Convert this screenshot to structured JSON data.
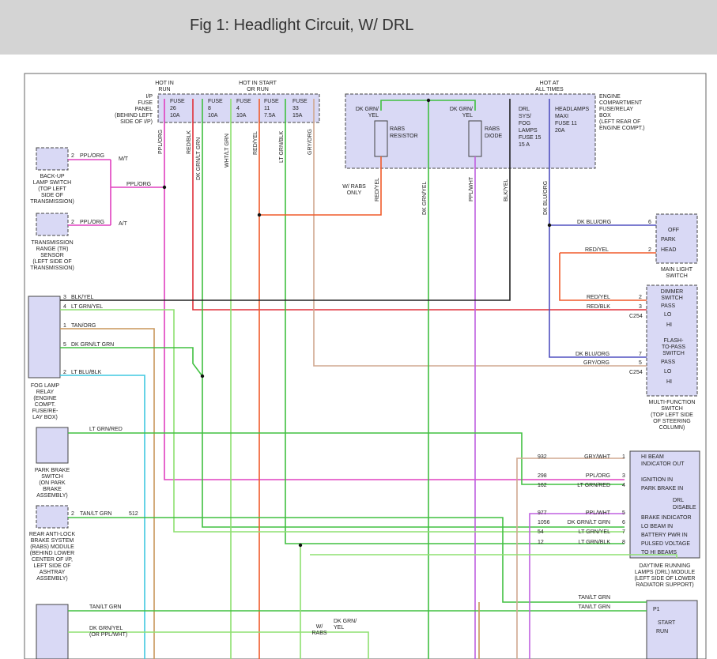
{
  "title": "Fig 1: Headlight Circuit, W/ DRL",
  "colors": {
    "header_bg": "#d4d4d4",
    "component_fill": "#d9d9f5",
    "ppl_org": "#e040c0",
    "red": "#e0303a",
    "red_yel": "#f05a2a",
    "green": "#40c040",
    "lt_green": "#8ee070",
    "tan": "#c8965a",
    "gry_org": "#d0a890",
    "blu": "#5050c0",
    "lt_blu": "#40c8e0",
    "black": "#222222",
    "purple": "#c060e0"
  },
  "labels": {
    "hot_in_run": [
      "HOT IN",
      "RUN"
    ],
    "hot_in_start": [
      "HOT IN START",
      "OR RUN"
    ],
    "hot_at_all": [
      "HOT AT",
      "ALL TIMES"
    ],
    "ip_panel": [
      "I/P",
      "FUSE",
      "PANEL",
      "(BEHIND LEFT",
      "SIDE OF I/P)"
    ],
    "engine_box": [
      "ENGINE",
      "COMPARTMENT",
      "FUSE/RELAY",
      "BOX",
      "(LEFT REAR OF",
      "ENGINE COMPT.)"
    ],
    "fuse26": [
      "FUSE",
      "26",
      "10A"
    ],
    "fuse8": [
      "FUSE",
      "8",
      "10A"
    ],
    "fuse4": [
      "FUSE",
      "4",
      "10A"
    ],
    "fuse11": [
      "FUSE",
      "11",
      "7.5A"
    ],
    "fuse33": [
      "FUSE",
      "33",
      "15A"
    ],
    "rabs_resistor": [
      "RABS",
      "RESISTOR"
    ],
    "rabs_diode": [
      "RABS",
      "DIODE"
    ],
    "drl_fuse": [
      "DRL",
      "SYS/",
      "FOG",
      "LAMPS",
      "FUSE 15",
      "15 A"
    ],
    "headlamps_fuse": [
      "HEADLAMPS",
      "MAXI",
      "FUSE 11",
      "20A"
    ],
    "dk_grn_yel_a": [
      "DK GRN/",
      "YEL"
    ],
    "dk_grn_yel_b": [
      "DK GRN/",
      "YEL"
    ],
    "backup_switch": [
      "BACK-UP",
      "LAMP SWITCH",
      "(TOP LEFT",
      "SIDE OF",
      "TRANSMISSION)"
    ],
    "tr_sensor": [
      "TRANSMISSION",
      "RANGE (TR)",
      "SENSOR",
      "(LEFT SIDE OF",
      "TRANSMISSION)"
    ],
    "mt": "M/T",
    "at": "A/T",
    "w_rabs_only": [
      "W/ RABS",
      "ONLY"
    ],
    "main_light_switch": [
      "MAIN LIGHT",
      "SWITCH"
    ],
    "off": "OFF",
    "park": "PARK",
    "head": "HEAD",
    "dimmer_switch": [
      "DIMMER",
      "SWITCH"
    ],
    "pass": "PASS",
    "lo": "LO",
    "hi": "HI",
    "flash_to_pass": [
      "FLASH-",
      "TO-PASS",
      "SWITCH"
    ],
    "c254": "C254",
    "multi_function": [
      "MULTI-FUNCTION",
      "SWITCH",
      "(TOP LEFT SIDE",
      "OF STEERING",
      "COLUMN)"
    ],
    "fog_relay": [
      "FOG LAMP",
      "RELAY",
      "(ENGINE",
      "COMPT.",
      "FUSE/RE-",
      "LAY BOX)"
    ],
    "park_brake": [
      "PARK BRAKE",
      "SWITCH",
      "(ON PARK",
      "BRAKE",
      "ASSEMBLY)"
    ],
    "rabs_module": [
      "REAR ANTI-LOCK",
      "BRAKE SYSTEM",
      "(RABS) MODULE",
      "(BEHIND LOWER",
      "CENTER OF I/P,",
      "LEFT SIDE OF",
      "ASHTRAY",
      "ASSEMBLY)"
    ],
    "drl_module_caption": [
      "DAYTIME RUNNING",
      "LAMPS (DRL) MODULE",
      "(LEFT SIDE OF LOWER",
      "RADIATOR SUPPORT)"
    ],
    "drl_pins": [
      "HI BEAM",
      "INDICATOR OUT",
      "IGNITION IN",
      "PARK BRAKE IN",
      "DRL",
      "DISABLE",
      "BRAKE INDICATOR",
      "LO BEAM IN",
      "BATTERY PWR IN",
      "PULSED VOLTAGE",
      "TO HI BEAMS"
    ],
    "ignition_pins": [
      "P1",
      "START",
      "RUN"
    ],
    "w_rabs": [
      "W/",
      "RABS"
    ]
  },
  "wires": {
    "ppl_org": "PPL/ORG",
    "red_blk": "RED/BLK",
    "dk_grn_lt_grn": "DK GRN/LT GRN",
    "wht_lt_grn": "WHT/LT GRN",
    "red_yel": "RED/YEL",
    "lt_grn_blk": "LT GRN/BLK",
    "gry_org": "GRY/ORG",
    "dk_grn_yel": "DK GRN/YEL",
    "ppl_wht": "PPL/WHT",
    "blk_yel": "BLK/YEL",
    "dk_blu_org": "DK BLU/ORG",
    "lt_grn_yel": "LT GRN/YEL",
    "tan_org": "TAN/ORG",
    "lt_blu_blk": "LT BLU/BLK",
    "lt_grn_red": "LT GRN/RED",
    "tan_lt_grn": "TAN/LT GRN",
    "gry_wht": "GRY/WHT",
    "dk_grn_yel_or": [
      "DK GRN/YEL",
      "(OR PPL/WHT)"
    ]
  },
  "circuits": [
    "932",
    "298",
    "162",
    "977",
    "1056",
    "54",
    "12",
    "512"
  ],
  "pins": [
    "1",
    "2",
    "3",
    "4",
    "5",
    "6",
    "7",
    "8"
  ]
}
